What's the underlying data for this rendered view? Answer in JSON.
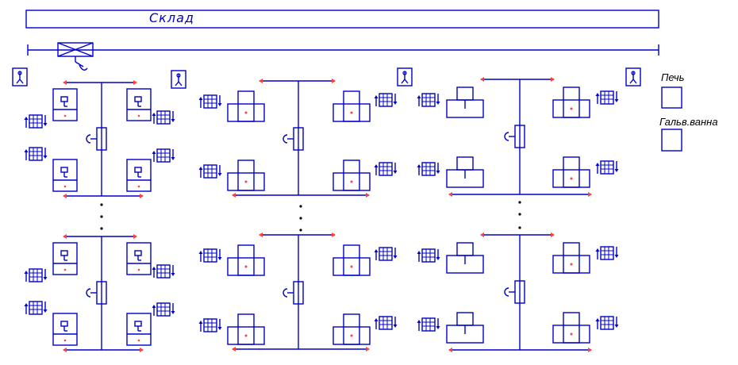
{
  "warehouse": {
    "label": "Склад"
  },
  "legend": {
    "furnace_label": "Печь",
    "galvanic_bath_label": "Гальв.ванна"
  },
  "colors": {
    "line": "#0000cc",
    "marker": "#ff4040",
    "background": "#ffffff",
    "text": "#000000"
  },
  "icons": {
    "crane": "crane-icon",
    "hoist": "hoist-icon",
    "gate": "gate-icon",
    "storage_rack": "storage-rack-icon"
  }
}
